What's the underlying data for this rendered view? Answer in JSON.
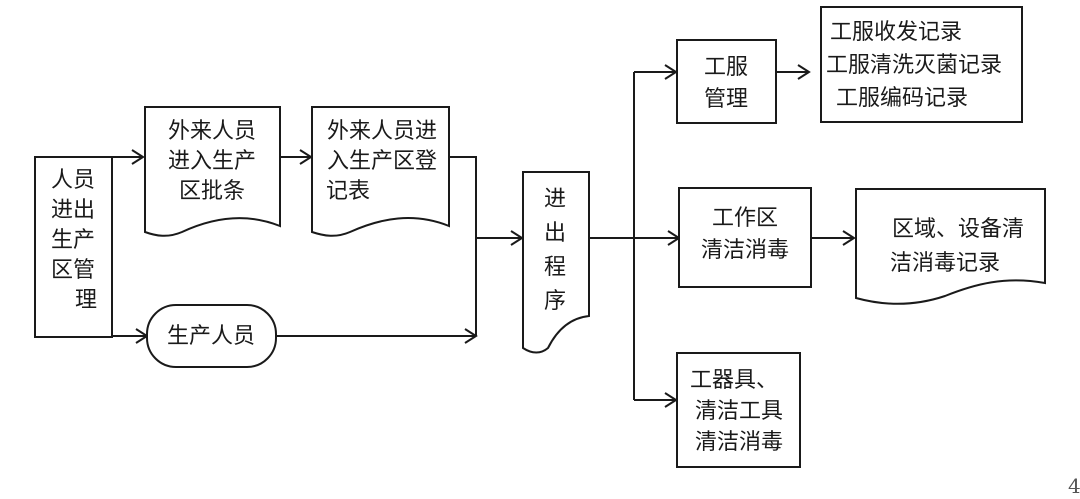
{
  "diagram": {
    "left_box": [
      "人员",
      "进出",
      "生产",
      "区管",
      "理"
    ],
    "doc_approval": [
      "外来人员",
      "进入生产",
      "区批条"
    ],
    "doc_register": [
      "外来人员进",
      "入生产区登",
      "记表"
    ],
    "personnel": "生产人员",
    "procedure": [
      "进",
      "出",
      "程",
      "序"
    ],
    "uniform_mgmt": [
      "工服",
      "管理"
    ],
    "uniform_records": [
      "工服收发记录",
      "工服清洗灭菌记录",
      "工服编码记录"
    ],
    "work_area": [
      "工作区",
      "清洁消毒"
    ],
    "area_records": [
      "区域、设备清",
      "洁消毒记录"
    ],
    "tools": [
      "工器具、",
      "清洁工具",
      "清洁消毒"
    ],
    "page_mark": "4"
  }
}
